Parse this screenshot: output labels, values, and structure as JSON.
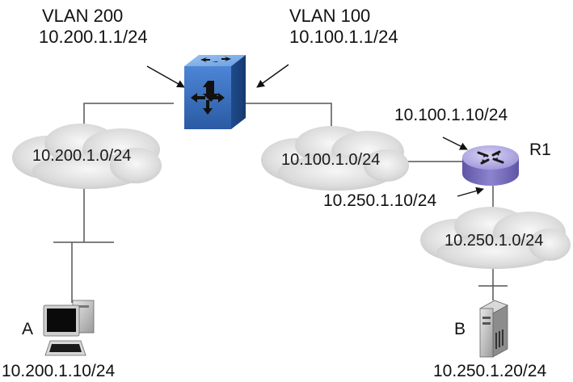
{
  "switch": {
    "vlan_left": {
      "name": "VLAN 200",
      "ip": "10.200.1.1/24"
    },
    "vlan_right": {
      "name": "VLAN 100",
      "ip": "10.100.1.1/24"
    }
  },
  "clouds": {
    "left": "10.200.1.0/24",
    "middle": "10.100.1.0/24",
    "right": "10.250.1.0/24"
  },
  "router": {
    "name": "R1",
    "ip_top": "10.100.1.10/24",
    "ip_bottom": "10.250.1.10/24"
  },
  "host_a": {
    "name": "A",
    "ip": "10.200.1.10/24"
  },
  "host_b": {
    "name": "B",
    "ip": "10.250.1.20/24"
  },
  "colors": {
    "switch_blue": "#3a6fb8",
    "router_purple": "#8a7fc4",
    "cloud_grey": "#d9d9d9",
    "line": "#555555"
  }
}
